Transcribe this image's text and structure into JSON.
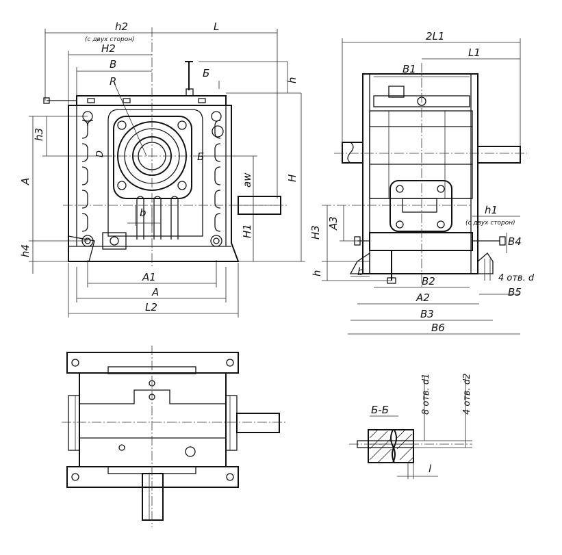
{
  "labels": {
    "h2": "h2",
    "h2_note": "(с двух сторон)",
    "L": "L",
    "H2": "H2",
    "B": "B",
    "R": "R",
    "b_cut": "Б",
    "h": "h",
    "h3": "h3",
    "D": "D",
    "b_cut2": "Б",
    "A": "A",
    "aw": "aw",
    "H": "H",
    "b": "b",
    "H1": "H1",
    "h4": "h4",
    "A1": "A1",
    "A_bottom": "A",
    "L2": "L2",
    "2L1": "2L1",
    "L1": "L1",
    "B1": "B1",
    "H3": "H3",
    "A3": "A3",
    "h1": "h1",
    "h1_note": "(с двух сторон)",
    "B4": "B4",
    "h_side": "h",
    "b_side": "b",
    "holes_d": "4 отв. d",
    "B2": "B2",
    "A2": "A2",
    "B5": "B5",
    "B3": "B3",
    "B6": "B6",
    "section": "Б-Б",
    "holes_d1": "8 отв. d1",
    "holes_d2": "4 отв. d2",
    "l": "l"
  }
}
